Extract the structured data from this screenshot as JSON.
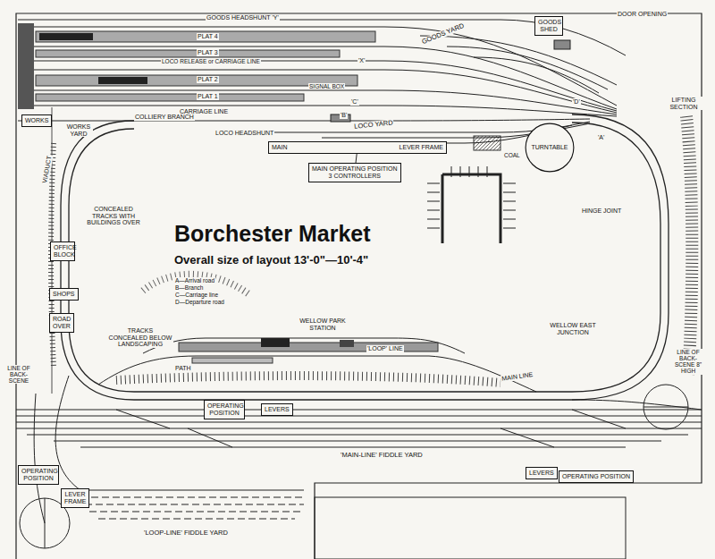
{
  "diagram": {
    "title": "Borchester Market",
    "caption": "Overall size of layout 13'-0\"—10'-4\"",
    "nodes": [
      {
        "text": [
          "MAIN OPERATING POSITION",
          "3 CONTROLLERS"
        ]
      },
      {
        "text": [
          "MAIN",
          "LEVER FRAME"
        ]
      },
      {
        "text": [
          "TURNTABLE"
        ]
      },
      {
        "text": [
          "OFFICE BLOCK"
        ]
      },
      {
        "text": [
          "SHOPS"
        ]
      },
      {
        "text": [
          "ROAD OVER"
        ]
      },
      {
        "text": [
          "OPERATING POSITION"
        ]
      },
      {
        "text": [
          "OPERATING POSITION"
        ]
      },
      {
        "text": [
          "LEVERS"
        ]
      },
      {
        "text": [
          "LEVERS"
        ]
      },
      {
        "text": [
          "LEVER FRAME"
        ]
      },
      {
        "text": [
          "WORKS"
        ]
      },
      {
        "text": [
          "GOODS SHED"
        ]
      },
      {
        "text": [
          "OPERATING POSITION"
        ]
      }
    ],
    "edges": [
      {
        "from": 1,
        "to": 0,
        "arrow": "none"
      }
    ],
    "labels": [
      "GOODS HEADSHUNT 'Y'",
      "PLAT 4",
      "PLAT 3",
      "LOCO RELEASE or CARRIAGE LINE",
      "'X'",
      "PLAT 2",
      "PLAT 1",
      "CARRIAGE LINE",
      "'C'",
      "'B'",
      "COLLIERY BRANCH",
      "LOCO HEADSHUNT",
      "LOCO YARD",
      "GOODS YARD",
      "DOOR OPENING",
      "LIFTING SECTION",
      "HINGE JOINT",
      "WORKS YARD",
      "VIADUCT",
      "CONCEALED TRACKS WITH BUILDINGS OVER",
      "TRACKS CONCEALED BELOW LANDSCAPING",
      "PATH",
      "WELLOW PARK STATION",
      "'LOOP' LINE",
      "MAIN LINE",
      "WELLOW EAST JUNCTION",
      "LINE OF BACK-SCENE 8\" HIGH",
      "LINE OF BACK-SCENE",
      "'MAIN-LINE' FIDDLE YARD",
      "'LOOP-LINE' FIDDLE YARD",
      "'A'",
      "'D'",
      "SIGNAL BOX",
      "COAL",
      "A—Arrival road",
      "B—Branch",
      "C—Carriage line",
      "D—Departure road"
    ]
  }
}
